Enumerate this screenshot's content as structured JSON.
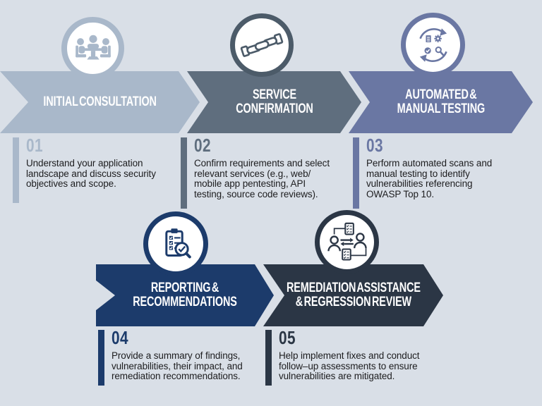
{
  "colors": {
    "background": "#d9dfe7",
    "banner_text": "#ffffff",
    "body_text": "#1d1d1f",
    "step1_accent": "#a9b8ca",
    "step2_accent": "#5f6e7e",
    "step3_accent": "#6a77a3",
    "step4_accent": "#1c3b6b",
    "step5_accent": "#2b3645"
  },
  "steps": [
    {
      "number": "01",
      "title": "INITIAL CONSULTATION",
      "description": "Understand your application\nlandscape and discuss security\nobjectives and scope.",
      "accent_color": "#a9b8ca",
      "icon": "meeting-icon"
    },
    {
      "number": "02",
      "title": "SERVICE\nCONFIRMATION",
      "description": "Confirm requirements and select\nrelevant services (e.g., web/\nmobile app pentesting, API\ntesting, source code reviews).",
      "accent_color": "#5f6e7e",
      "icon": "handshake-icon"
    },
    {
      "number": "03",
      "title": "AUTOMATED &\nMANUAL TESTING",
      "description": "Perform automated scans and\nmanual testing to identify\nvulnerabilities referencing\nOWASP Top 10.",
      "accent_color": "#6a77a3",
      "icon": "testing-cycle-icon"
    },
    {
      "number": "04",
      "title": "REPORTING &\nRECOMMENDATIONS",
      "description": "Provide a summary of findings,\nvulnerabilities, their impact, and\nremediation recommendations.",
      "accent_color": "#1c3b6b",
      "icon": "report-checklist-icon"
    },
    {
      "number": "05",
      "title": "REMEDIATION ASSISTANCE\n& REGRESSION REVIEW",
      "description": "Help implement fixes and conduct\nfollow–up assessments to ensure\nvulnerabilities are mitigated.",
      "accent_color": "#2b3645",
      "icon": "remediation-exchange-icon"
    }
  ]
}
